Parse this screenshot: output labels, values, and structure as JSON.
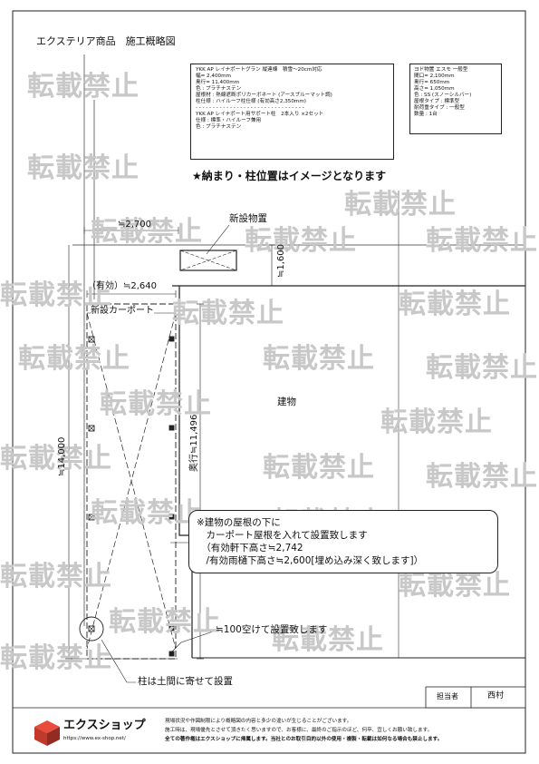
{
  "header": {
    "title": "エクステリア商品　施工概略図"
  },
  "spec_left": {
    "lines": [
      "YKK AP レイナポートグラン 縦連棟　積雪～20cm対応",
      "幅= 2,400mm",
      "奥行= 11,400mm",
      "色 : プラチナステン",
      "屋根材 : 熱線遮断ポリカーボネート (アースブルーマット調)",
      "柱仕様 : ハイルーフ柱仕様 (有効高さ2,350mm)",
      "- - - - - - - - - - - - - - - - - - - - - - - - - - - - - - - -",
      "YKK AP レイナポート用サポート柱　2本入り ×2セット",
      "仕様 : 標準・ハイルーフ兼用",
      "色 : プラチナステン"
    ]
  },
  "spec_right": {
    "lines": [
      "ヨド物置 エスモ 一般型",
      "間口= 2,100mm",
      "奥行= 650mm",
      "高さ= 1,050mm",
      "色 : SS (スノーシルバー)",
      "屋根タイプ : 標準型",
      "耐荷重タイプ : 一般型",
      "数量 : 1台"
    ]
  },
  "notice": "★納まり・柱位置はイメージとなります",
  "labels": {
    "storage": "新設物置",
    "carport": "新設カーポート",
    "building": "建物",
    "dim_2700": "≒2,700",
    "dim_1600": "≒1,600",
    "dim_2640": "（有効）≒2,640",
    "dim_11496": "奥行≒11,496",
    "dim_14000": "≒14,000",
    "gap_100": "≒100空けて設置致します",
    "pillar_note": "柱は土間に寄せて設置"
  },
  "callout": {
    "lines": [
      "※建物の屋根の下に",
      "　カーポート屋根を入れて設置致します",
      "　（有効軒下高さ≒2,742",
      "　/有効雨樋下高さ≒2,600[埋め込み深く致します]）"
    ]
  },
  "watermark": "転載禁止",
  "staff": {
    "label": "担当者",
    "name": "西村"
  },
  "brand": {
    "name": "エクスショップ",
    "url": "https://www.ex-shop.net/"
  },
  "footer": {
    "lines": [
      "現場状況や作図制限により概略図の内容と多少の違いが生じることがございます。",
      "施工時は、現場優先とさせて頂きたく思いますので、お客様に、最終のご指示のほど、何卒、宜しくお願い致します。",
      "全ての著作権はエクスショップに帰属します。当社とのお取引目的以外の使用・複製・転載は如何なる場合も禁止します。"
    ]
  },
  "colors": {
    "line": "#222222",
    "watermark": "#c8c8c8",
    "brand": "#c0392b"
  }
}
